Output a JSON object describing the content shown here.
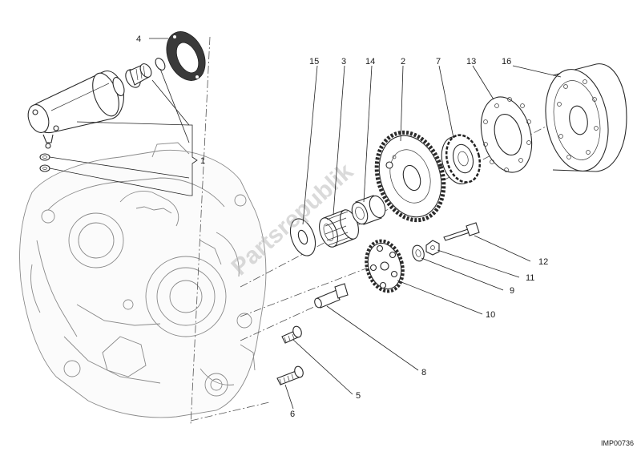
{
  "diagram": {
    "doc_code": "IMP00736",
    "watermark": "Partsrepublik",
    "callouts": [
      {
        "id": "4",
        "label": "4"
      },
      {
        "id": "1",
        "label": "1"
      },
      {
        "id": "15",
        "label": "15"
      },
      {
        "id": "3",
        "label": "3"
      },
      {
        "id": "14",
        "label": "14"
      },
      {
        "id": "2",
        "label": "2"
      },
      {
        "id": "7",
        "label": "7"
      },
      {
        "id": "13",
        "label": "13"
      },
      {
        "id": "16",
        "label": "16"
      },
      {
        "id": "12",
        "label": "12"
      },
      {
        "id": "11",
        "label": "11"
      },
      {
        "id": "9",
        "label": "9"
      },
      {
        "id": "10",
        "label": "10"
      },
      {
        "id": "8",
        "label": "8"
      },
      {
        "id": "5",
        "label": "5"
      },
      {
        "id": "6",
        "label": "6"
      }
    ]
  }
}
